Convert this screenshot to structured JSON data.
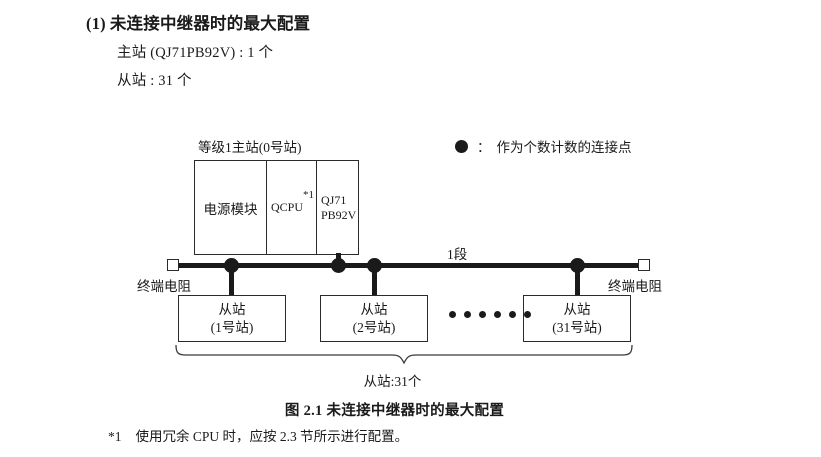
{
  "heading": {
    "number": "(1)",
    "text": "未连接中继器时的最大配置"
  },
  "specs": [
    "主站 (QJ71PB92V) : 1 个",
    "从站 : 31 个"
  ],
  "legend": {
    "symbol_icon": "filled-circle-icon",
    "colon": "：",
    "text": "作为个数计数的连接点"
  },
  "diagram": {
    "master_label": "等级1主站(0号站)",
    "rack": {
      "power_supply": "电源模块",
      "cpu": "QCPU",
      "cpu_footnote_mark": "*1",
      "network_line1": "QJ71",
      "network_line2": "PB92V"
    },
    "segment_label": "1段",
    "terminator_left": "终端电阻",
    "terminator_right": "终端电阻",
    "slaves": [
      {
        "name": "从站",
        "station": "(1号站)"
      },
      {
        "name": "从站",
        "station": "(2号站)"
      },
      {
        "name": "从站",
        "station": "(31号站)"
      }
    ],
    "ellipsis_count": 6,
    "brace_label": "从站:31个"
  },
  "figure_caption": "图 2.1  未连接中继器时的最大配置",
  "footnote": {
    "mark": "*1",
    "text": "使用冗余 CPU 时，应按 2.3 节所示进行配置。"
  },
  "colors": {
    "ink": "#1a1a1a",
    "line": "#2b2b2b",
    "background": "#ffffff"
  }
}
